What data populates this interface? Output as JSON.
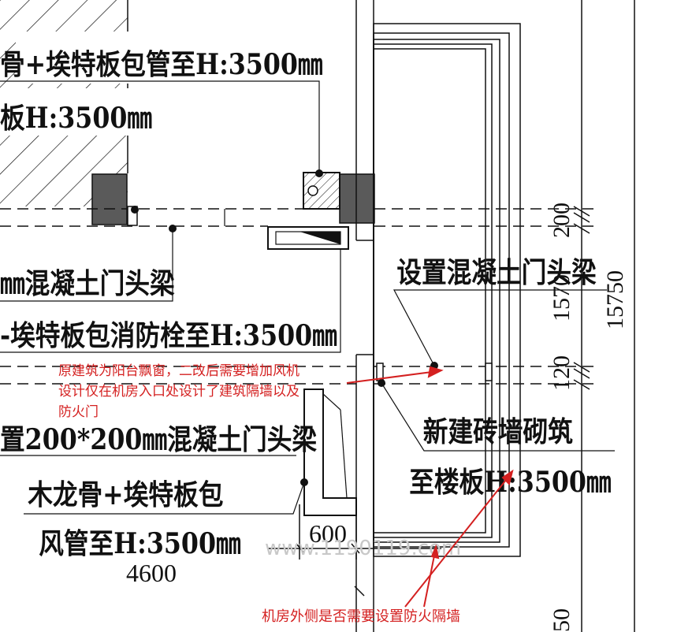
{
  "labels": {
    "top_pipe": "骨+埃特板包管至H:3500㎜",
    "top_board": "板H:3500㎜",
    "beam_left": "㎜混凝土门头梁",
    "hydrant": "-埃特板包消防栓至H:3500㎜",
    "beam_right": "设置混凝土门头梁",
    "beam_200": "置200*200㎜混凝土门头梁",
    "wood_keel": "木龙骨+埃特板包",
    "air_duct": "风管至H:3500㎜",
    "new_brick": "新建砖墙砌筑",
    "floor_slab": "至楼板H:3500㎜"
  },
  "dimensions": {
    "d200": "200",
    "d1570": "1570",
    "d1575": "15750",
    "d120": "120",
    "d600": "600",
    "d4600": "4600",
    "d50": "50"
  },
  "annotations": {
    "note_balcony_1": "原建筑为阳台飘窗，二改后需要增加风机",
    "note_balcony_2": "设计仅在机房入口处设计了建筑隔墙以及",
    "note_balcony_3": "防火门",
    "note_firewall": "机房外侧是否需要设置防火隔墙"
  },
  "watermark": "www.1190119.com",
  "colors": {
    "line": "#111111",
    "annotation": "#d42020",
    "fill_dark": "#5a5a5a",
    "watermark": "#c8c8c8"
  }
}
